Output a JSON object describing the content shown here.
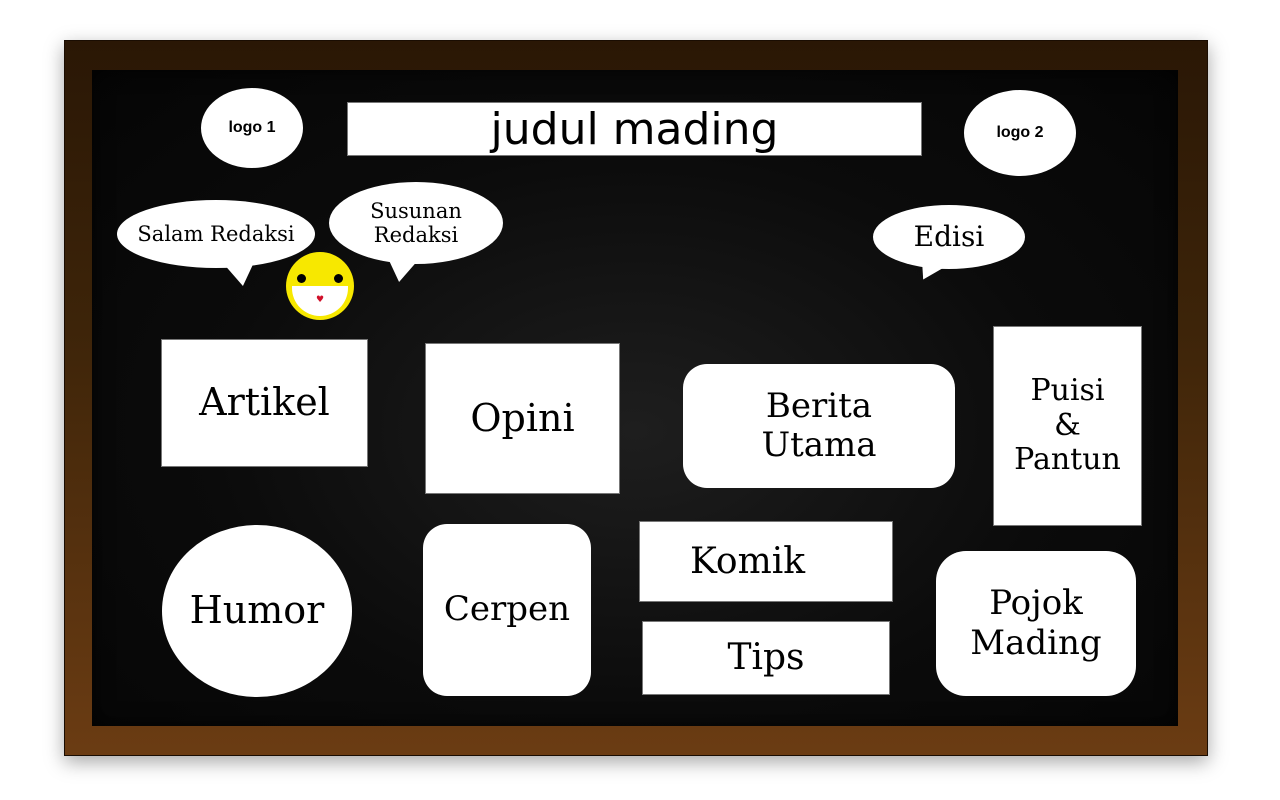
{
  "board": {
    "title": "judul mading",
    "logo_1": "logo 1",
    "logo_2": "logo 2",
    "bubbles": {
      "salam_redaksi": "Salam Redaksi",
      "susunan_redaksi": "Susunan\nRedaksi",
      "edisi": "Edisi"
    },
    "sections": {
      "artikel": "Artikel",
      "opini": "Opini",
      "berita_utama": "Berita\nUtama",
      "puisi_pantun": "Puisi\n&\nPantun",
      "humor": "Humor",
      "cerpen": "Cerpen",
      "komik": "Komik",
      "tips": "Tips",
      "pojok_mading": "Pojok\nMading"
    },
    "colors": {
      "frame": "#4a2b0c",
      "board": "#0b0b0b",
      "card": "#ffffff",
      "smiley": "#f7e800"
    }
  }
}
